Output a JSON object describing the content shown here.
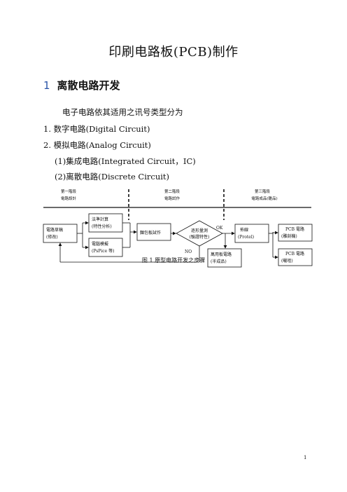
{
  "document": {
    "title": "印刷电路板(PCB)制作",
    "section": {
      "number": "1",
      "title": "离散电路开发"
    },
    "intro": "电子电路依其适用之讯号类型分为",
    "list": [
      "1.  数字电路(Digital Circuit)",
      "2.  模拟电路(Analog Circuit)",
      "(1)集成电路(Integrated Circuit，IC)",
      "(2)离散电路(Discrete Circuit)"
    ],
    "page_number": "1"
  },
  "diagram": {
    "stages": [
      {
        "line1": "第一階段",
        "line2": "電路設計"
      },
      {
        "line1": "第二階段",
        "line2": "電路試作"
      },
      {
        "line1": "第三階段",
        "line2": "電路成品(雛品)"
      }
    ],
    "nodes": {
      "draft": {
        "line1": "電路草稿",
        "line2": "(修改)"
      },
      "calc": {
        "line1": "法準計算",
        "line2": "(特性分析)"
      },
      "sim": {
        "line1": "電腦模擬",
        "line2": "(PsPice 等)"
      },
      "bread": {
        "line1": "麵包板試作"
      },
      "measure": {
        "line1": "逐形量測",
        "line2": "(驗證特性)"
      },
      "layout": {
        "line1": "佈線",
        "line2": "(Protel)"
      },
      "proto": {
        "line1": "萬用板電路",
        "line2": "(半成品)"
      },
      "pcb_etch": {
        "line1": "PCB 電路",
        "line2": "(雕刻機)"
      },
      "pcb_photo": {
        "line1": "PCB 電路",
        "line2": "(曬咀)"
      }
    },
    "labels": {
      "ok": "OK",
      "no": "NO"
    },
    "caption": "图 1  原型电路开发之步骤"
  }
}
